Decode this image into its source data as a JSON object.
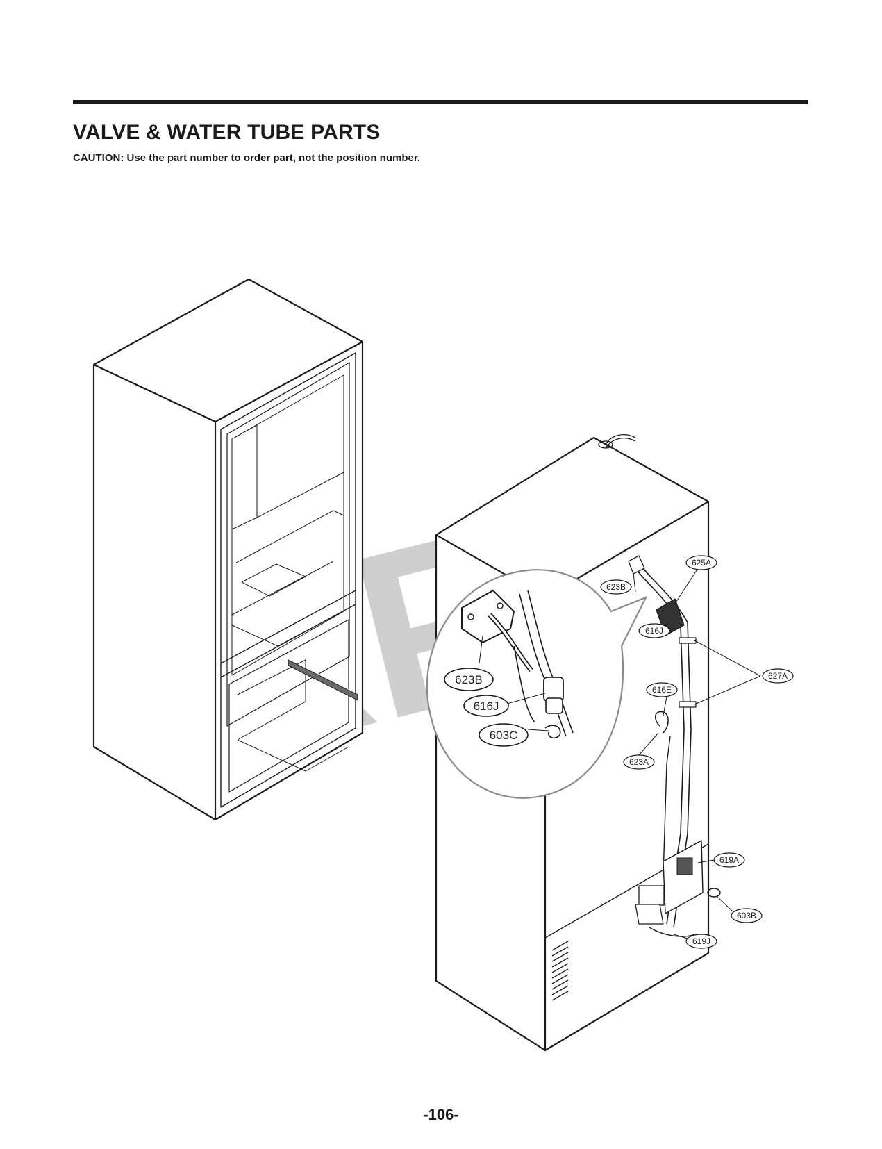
{
  "header": {
    "title": "VALVE & WATER TUBE PARTS",
    "caution": "CAUTION: Use the part number to order part, not the position number."
  },
  "watermark": {
    "text": "RPI"
  },
  "callouts": {
    "c623B_detail": "623B",
    "c616J_detail": "616J",
    "c603C_detail": "603C",
    "c625A": "625A",
    "c623B": "623B",
    "c616J": "616J",
    "c627A": "627A",
    "c616E": "616E",
    "c623A": "623A",
    "c619A": "619A",
    "c603B": "603B",
    "c619J": "619J"
  },
  "footer": {
    "page_number": "-106-"
  }
}
